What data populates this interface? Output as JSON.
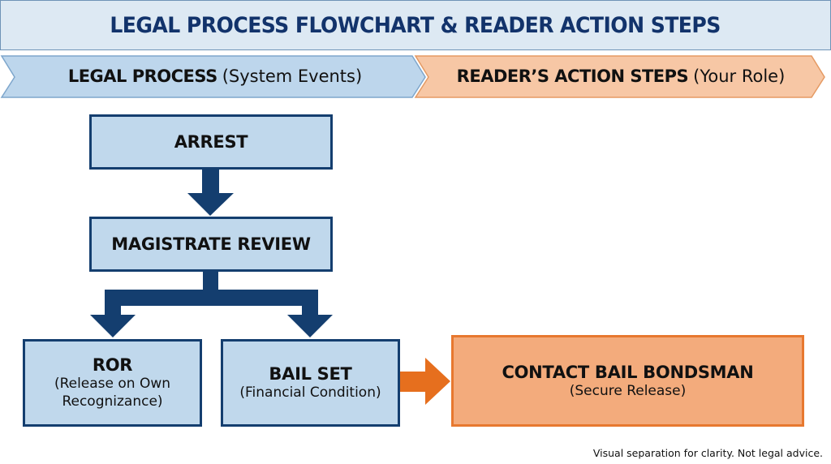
{
  "title": "LEGAL PROCESS FLOWCHART & READER ACTION STEPS",
  "columns": {
    "legal_process": {
      "label": "LEGAL PROCESS",
      "sub": "(System Events)",
      "color": "#bdd6ec",
      "border": "#7ea6cc"
    },
    "reader_actions": {
      "label": "READER’S ACTION STEPS",
      "sub": "(Your Role)",
      "color": "#f7c7a5",
      "border": "#e59a63"
    }
  },
  "nodes": {
    "arrest": {
      "label": "ARREST"
    },
    "magistrate_review": {
      "label": "MAGISTRATE REVIEW"
    },
    "ror": {
      "label": "ROR",
      "detail_line1": "(Release on Own",
      "detail_line2": "Recognizance)"
    },
    "bail_set": {
      "label": "BAIL SET",
      "detail": "(Financial Condition)"
    },
    "contact_bondsman": {
      "label": "CONTACT BAIL BONDSMAN",
      "detail": "(Secure Release)"
    }
  },
  "edges": [
    {
      "from": "arrest",
      "to": "magistrate_review",
      "type": "arrow"
    },
    {
      "from": "magistrate_review",
      "to": "ror",
      "type": "branch-arrow"
    },
    {
      "from": "magistrate_review",
      "to": "bail_set",
      "type": "branch-arrow"
    },
    {
      "from": "bail_set",
      "to": "contact_bondsman",
      "type": "action-arrow"
    }
  ],
  "colors": {
    "process_arrow": "#143e6f",
    "action_arrow": "#e66f1e",
    "title_text": "#12336b"
  },
  "footer": "Visual separation for clarity. Not legal advice."
}
